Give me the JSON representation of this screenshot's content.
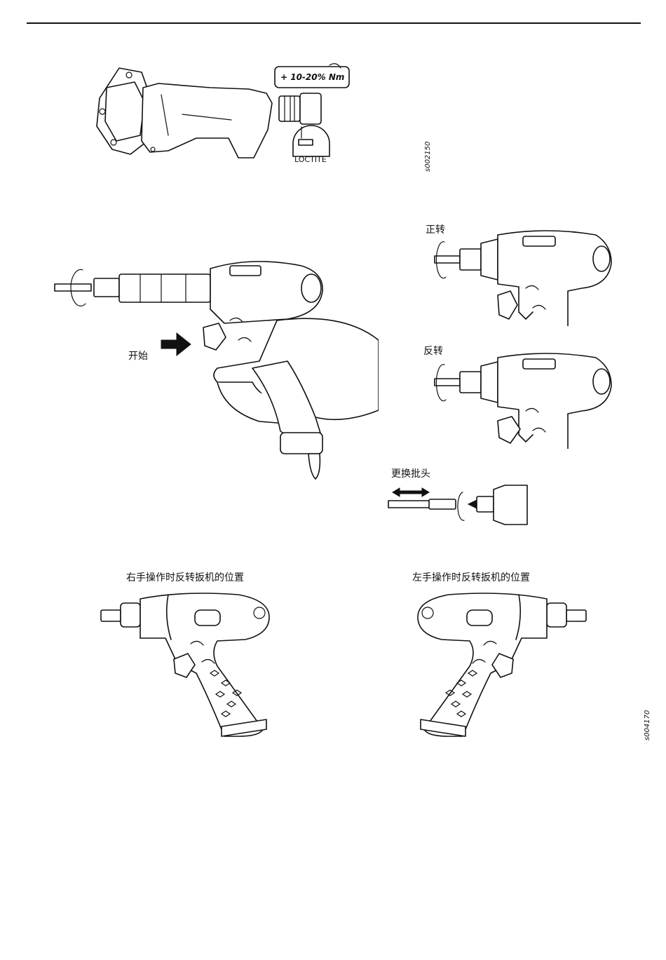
{
  "figure1": {
    "torque_label": "+ 10-20% Nm",
    "loctite_label": "LOCTITE",
    "ref_code": "s002150"
  },
  "figure2": {
    "start_label": "开始",
    "forward_label": "正转",
    "reverse_label": "反转",
    "change_bit_label": "更换批头"
  },
  "figure3": {
    "right_hand_label": "右手操作时反转扳机的位置",
    "left_hand_label": "左手操作时反转扳机的位置",
    "ref_code": "s004170"
  }
}
